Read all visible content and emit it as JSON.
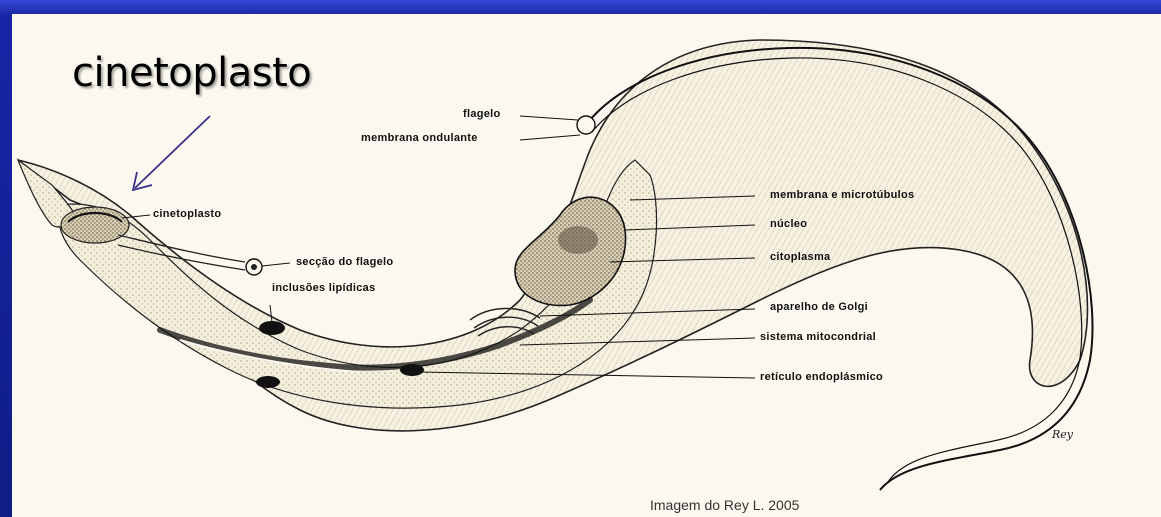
{
  "title": "cinetoplasto",
  "credit": "Imagem do Rey L. 2005",
  "signature": "Rey",
  "labels": {
    "flagelo": "flagelo",
    "membrana_ondulante": "membrana ondulante",
    "membrana_microtubulos": "membrana e microtúbulos",
    "nucleo": "núcleo",
    "citoplasma": "citoplasma",
    "aparelho_golgi": "aparelho de Golgi",
    "sistema_mitocondrial": "sistema mitocondrial",
    "reticulo_endoplasmico": "retículo endoplásmico",
    "cinetoplasto": "cinetoplasto",
    "seccao_flagelo": "secção do flagelo",
    "inclusoes_lipidicas": "inclusões lipídicas"
  },
  "colors": {
    "background": "#1b2a9a",
    "paper": "#fbf8ef",
    "arrow": "#3a2f8a",
    "ink": "#111111"
  }
}
